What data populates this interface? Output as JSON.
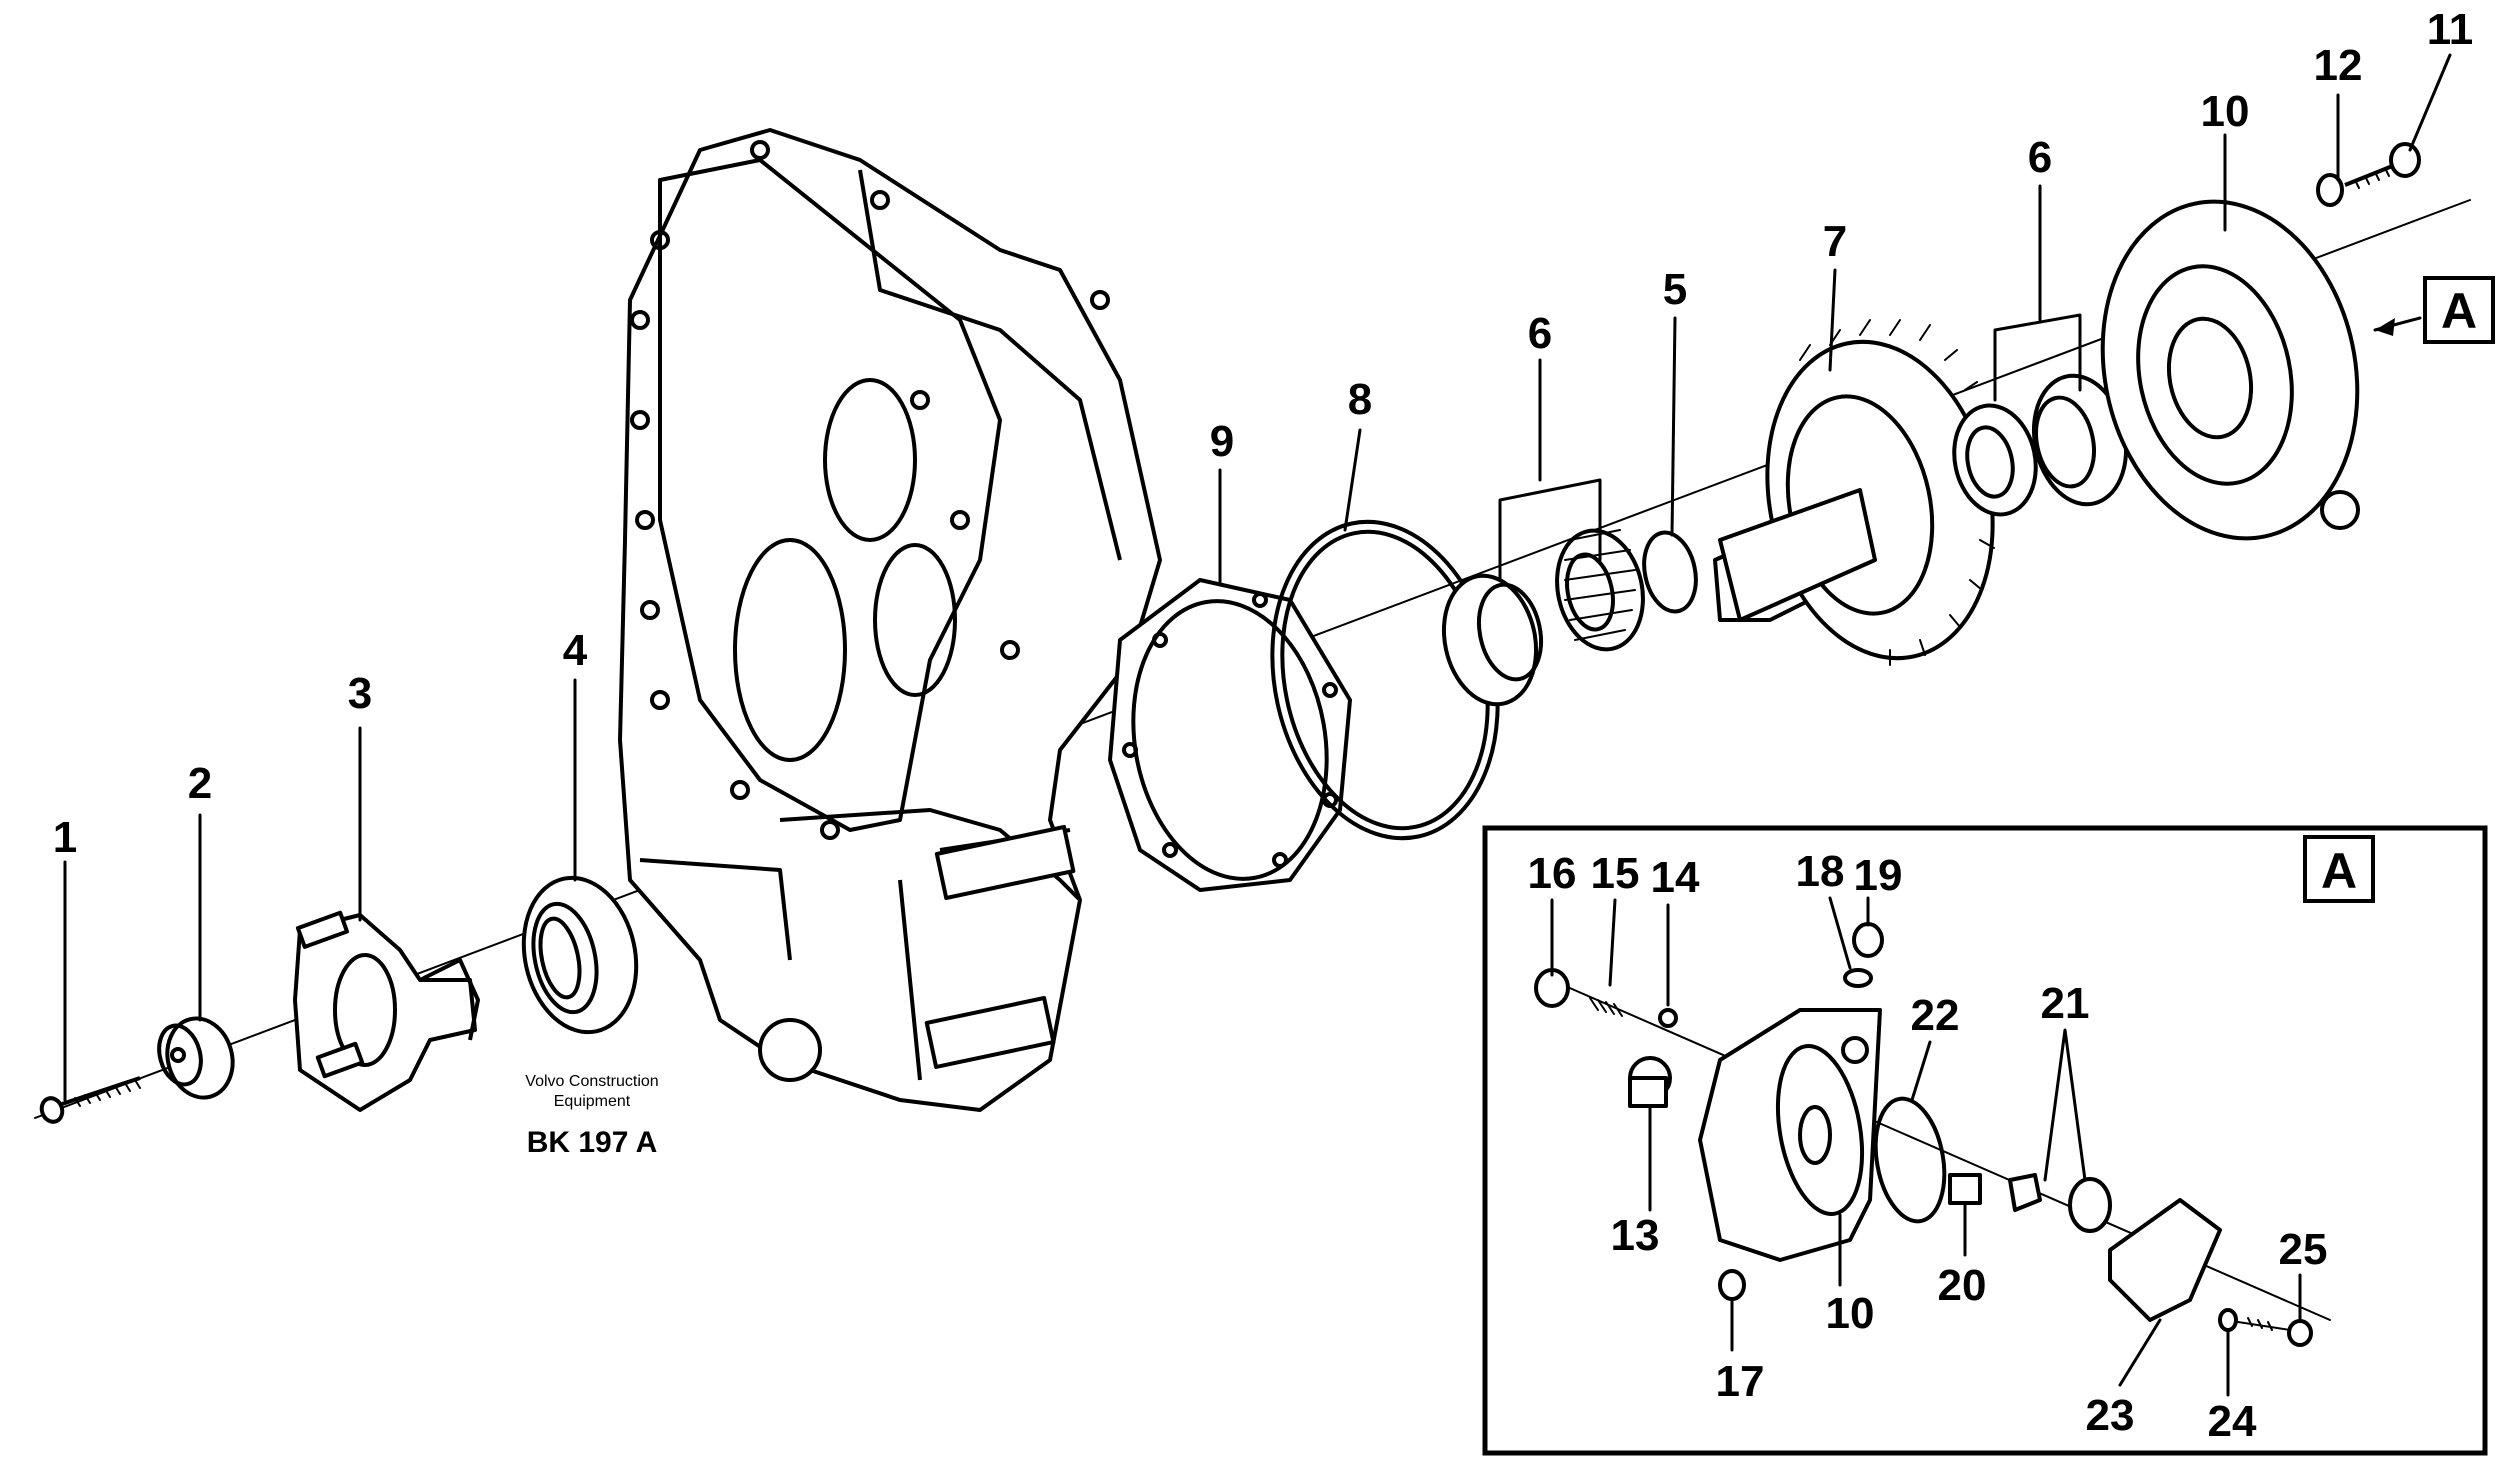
{
  "caption": {
    "line1": "Volvo Construction",
    "line2": "Equipment",
    "code": "BK 197 A"
  },
  "labels": {
    "p1": "1",
    "p2": "2",
    "p3": "3",
    "p4": "4",
    "p5": "5",
    "p6a": "6",
    "p6b": "6",
    "p7": "7",
    "p8": "8",
    "p9": "9",
    "p10": "10",
    "p11": "11",
    "p12": "12"
  },
  "detail_ref": "A",
  "inset": {
    "title": "A",
    "labels": {
      "p10": "10",
      "p13": "13",
      "p14": "14",
      "p15": "15",
      "p16": "16",
      "p17": "17",
      "p18": "18",
      "p19": "19",
      "p20": "20",
      "p21": "21",
      "p22": "22",
      "p23": "23",
      "p24": "24",
      "p25": "25"
    }
  }
}
